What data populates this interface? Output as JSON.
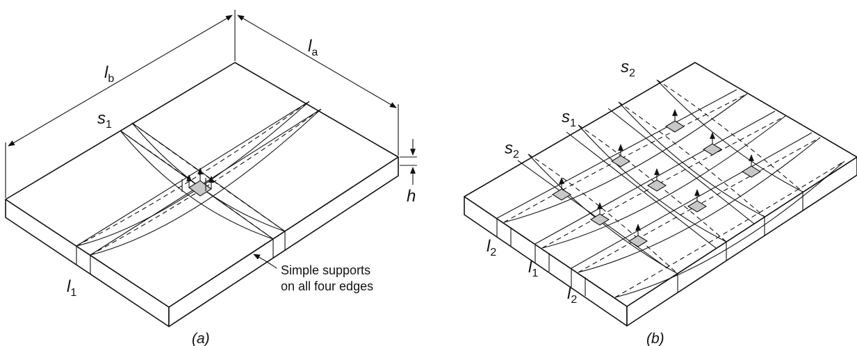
{
  "panel_a": {
    "caption": "(a)",
    "dim_lb": {
      "base": "l",
      "sub": "b"
    },
    "dim_la": {
      "base": "l",
      "sub": "a"
    },
    "strip_s1": {
      "base": "s",
      "sub": "1"
    },
    "strip_l1": {
      "base": "l",
      "sub": "1"
    },
    "thickness": "h",
    "support_note_line1": "Simple supports",
    "support_note_line2": "on all four edges"
  },
  "panel_b": {
    "caption": "(b)",
    "strip_s2_top": {
      "base": "s",
      "sub": "2"
    },
    "strip_s1": {
      "base": "s",
      "sub": "1"
    },
    "strip_s2_left": {
      "base": "s",
      "sub": "2"
    },
    "strip_l2_left": {
      "base": "l",
      "sub": "2"
    },
    "strip_l1": {
      "base": "l",
      "sub": "1"
    },
    "strip_l2_right": {
      "base": "l",
      "sub": "2"
    }
  }
}
